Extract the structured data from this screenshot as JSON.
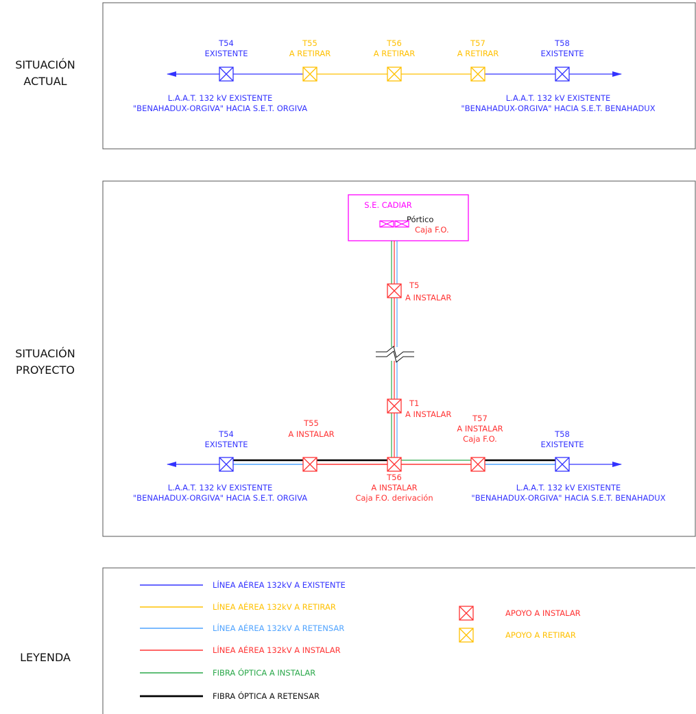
{
  "colors": {
    "existing": "#3333ff",
    "retirar": "#ffc000",
    "retensar": "#4fa3ff",
    "instalar": "#ff3333",
    "fibra_instalar": "#2aa84a",
    "fibra_retensar": "#000000",
    "substation": "#ff00ff",
    "frame": "#555555",
    "text": "#111111"
  },
  "sections": {
    "actual": {
      "line1": "SITUACIÓN",
      "line2": "ACTUAL"
    },
    "proyecto": {
      "line1": "SITUACIÓN",
      "line2": "PROYECTO"
    },
    "leyenda": {
      "label": "LEYENDA"
    }
  },
  "actual": {
    "towers": [
      {
        "id": "T54",
        "status": "EXISTENTE"
      },
      {
        "id": "T55",
        "status": "A RETIRAR"
      },
      {
        "id": "T56",
        "status": "A RETIRAR"
      },
      {
        "id": "T57",
        "status": "A RETIRAR"
      },
      {
        "id": "T58",
        "status": "EXISTENTE"
      }
    ],
    "left_caption": {
      "line1": "L.A.A.T. 132 kV EXISTENTE",
      "line2": "\"BENAHADUX-ORGIVA\" HACIA S.E.T. ORGIVA"
    },
    "right_caption": {
      "line1": "L.A.A.T. 132 kV EXISTENTE",
      "line2": "\"BENAHADUX-ORGIVA\" HACIA S.E.T. BENAHADUX"
    }
  },
  "proyecto": {
    "substation": {
      "name": "S.E. CADIAR",
      "portico": "Pórtico",
      "caja": "Caja F.O."
    },
    "t5": {
      "id": "T5",
      "status": "A INSTALAR"
    },
    "t1": {
      "id": "T1",
      "status": "A INSTALAR"
    },
    "t54": {
      "id": "T54",
      "status": "EXISTENTE"
    },
    "t55": {
      "id": "T55",
      "status": "A INSTALAR"
    },
    "t56": {
      "id": "T56",
      "status": "A INSTALAR",
      "note": "Caja F.O. derivación"
    },
    "t57": {
      "id": "T57",
      "status": "A INSTALAR",
      "note": "Caja F.O."
    },
    "t58": {
      "id": "T58",
      "status": "EXISTENTE"
    },
    "left_caption": {
      "line1": "L.A.A.T. 132 kV EXISTENTE",
      "line2": "\"BENAHADUX-ORGIVA\" HACIA S.E.T. ORGIVA"
    },
    "right_caption": {
      "line1": "L.A.A.T. 132 kV EXISTENTE",
      "line2": "\"BENAHADUX-ORGIVA\" HACIA S.E.T. BENAHADUX"
    }
  },
  "legend": {
    "lines": [
      {
        "label": "LÍNEA AÉREA 132kV A EXISTENTE",
        "color": "#3333ff"
      },
      {
        "label": "LÍNEA AÉREA 132kV A RETIRAR",
        "color": "#ffc000"
      },
      {
        "label": "LÍNEA AÉREA 132kV A RETENSAR",
        "color": "#4fa3ff"
      },
      {
        "label": "LÍNEA AÉREA 132kV A INSTALAR",
        "color": "#ff3333"
      },
      {
        "label": "FIBRA ÓPTICA A INSTALAR",
        "color": "#2aa84a"
      },
      {
        "label": "FIBRA ÓPTICA A RETENSAR",
        "color": "#000000"
      }
    ],
    "symbols": [
      {
        "label": "APOYO A INSTALAR",
        "color": "#ff3333"
      },
      {
        "label": "APOYO A RETIRAR",
        "color": "#ffc000"
      }
    ]
  }
}
